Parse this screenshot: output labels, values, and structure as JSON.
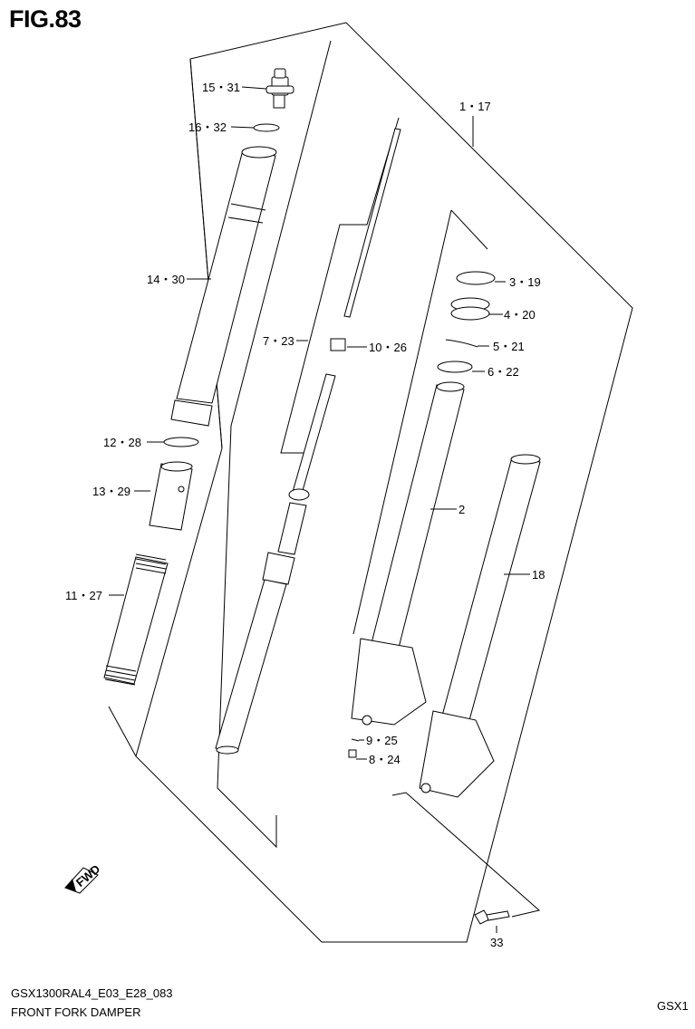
{
  "figure_title": "FIG.83",
  "labels": {
    "p15_31": "15・31",
    "p16_32": "16・32",
    "p1_17": "1・17",
    "p14_30": "14・30",
    "p7_23": "7・23",
    "p3_19": "3・19",
    "p4_20": "4・20",
    "p10_26": "10・26",
    "p5_21": "5・21",
    "p6_22": "6・22",
    "p12_28": "12・28",
    "p13_29": "13・29",
    "p2": "2",
    "p18": "18",
    "p11_27": "11・27",
    "p9_25": "9・25",
    "p8_24": "8・24",
    "p33": "33",
    "fwd": "FWD"
  },
  "footer": {
    "code": "GSX1300RAL4_E03_E28_083",
    "name": "FRONT FORK DAMPER",
    "model": "GSX1"
  }
}
